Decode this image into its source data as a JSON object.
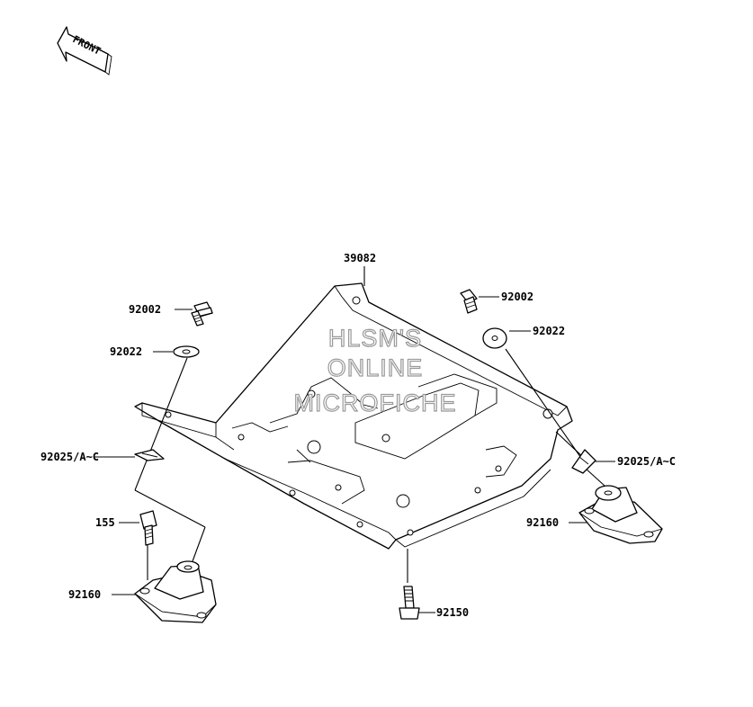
{
  "front_marker": {
    "label": "FRONT"
  },
  "watermark": {
    "line1": "HLSM'S",
    "line2": "ONLINE",
    "line3": "MICROFICHE"
  },
  "labels": {
    "frame": "39082",
    "bolt_left": "92002",
    "washer_left": "92022",
    "clip_left": "92025/A~C",
    "bolt_155": "155",
    "damper_left": "92160",
    "bolt_right": "92002",
    "washer_right": "92022",
    "clip_right": "92025/A~C",
    "damper_right": "92160",
    "bolt_bottom": "92150"
  }
}
